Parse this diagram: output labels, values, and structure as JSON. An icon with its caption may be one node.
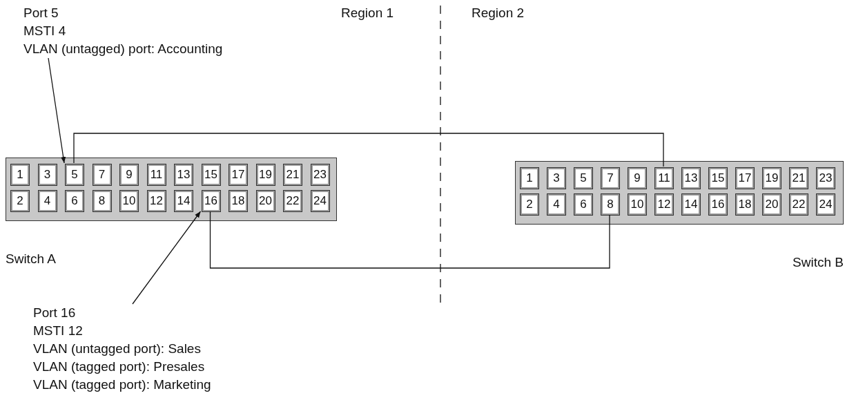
{
  "diagram": {
    "nodes": [
      {
        "text": [
          "Port 5",
          "MSTI 4",
          "VLAN (untagged) port: Accounting"
        ]
      },
      {
        "text": [
          "Switch A"
        ]
      },
      {
        "text": [
          "1"
        ],
        "in": 1
      },
      {
        "text": [
          "3"
        ],
        "in": 1
      },
      {
        "text": [
          "5"
        ],
        "in": 1
      },
      {
        "text": [
          "7"
        ],
        "in": 1
      },
      {
        "text": [
          "9"
        ],
        "in": 1
      },
      {
        "text": [
          "11"
        ],
        "in": 1
      },
      {
        "text": [
          "13"
        ],
        "in": 1
      },
      {
        "text": [
          "15"
        ],
        "in": 1
      },
      {
        "text": [
          "17"
        ],
        "in": 1
      },
      {
        "text": [
          "19"
        ],
        "in": 1
      },
      {
        "text": [
          "21"
        ],
        "in": 1
      },
      {
        "text": [
          "23"
        ],
        "in": 1
      },
      {
        "text": [
          "2"
        ],
        "in": 1
      },
      {
        "text": [
          "4"
        ],
        "in": 1
      },
      {
        "text": [
          "6"
        ],
        "in": 1
      },
      {
        "text": [
          "8"
        ],
        "in": 1
      },
      {
        "text": [
          "10"
        ],
        "in": 1
      },
      {
        "text": [
          "12"
        ],
        "in": 1
      },
      {
        "text": [
          "14"
        ],
        "in": 1
      },
      {
        "text": [
          "16"
        ],
        "in": 1
      },
      {
        "text": [
          "18"
        ],
        "in": 1
      },
      {
        "text": [
          "20"
        ],
        "in": 1
      },
      {
        "text": [
          "22"
        ],
        "in": 1
      },
      {
        "text": [
          "24"
        ],
        "in": 1
      },
      {
        "text": [
          "Switch B"
        ]
      },
      {
        "text": [
          "1"
        ],
        "in": 26
      },
      {
        "text": [
          "3"
        ],
        "in": 26
      },
      {
        "text": [
          "5"
        ],
        "in": 26
      },
      {
        "text": [
          "7"
        ],
        "in": 26
      },
      {
        "text": [
          "9"
        ],
        "in": 26
      },
      {
        "text": [
          "11"
        ],
        "in": 26
      },
      {
        "text": [
          "13"
        ],
        "in": 26
      },
      {
        "text": [
          "15"
        ],
        "in": 26
      },
      {
        "text": [
          "17"
        ],
        "in": 26
      },
      {
        "text": [
          "19"
        ],
        "in": 26
      },
      {
        "text": [
          "21"
        ],
        "in": 26
      },
      {
        "text": [
          "23"
        ],
        "in": 26
      },
      {
        "text": [
          "2"
        ],
        "in": 26
      },
      {
        "text": [
          "4"
        ],
        "in": 26
      },
      {
        "text": [
          "6"
        ],
        "in": 26
      },
      {
        "text": [
          "8"
        ],
        "in": 26
      },
      {
        "text": [
          "10"
        ],
        "in": 26
      },
      {
        "text": [
          "12"
        ],
        "in": 26
      },
      {
        "text": [
          "14"
        ],
        "in": 26
      },
      {
        "text": [
          "16"
        ],
        "in": 26
      },
      {
        "text": [
          "18"
        ],
        "in": 26
      },
      {
        "text": [
          "20"
        ],
        "in": 26
      },
      {
        "text": [
          "22"
        ],
        "in": 26
      },
      {
        "text": [
          "24"
        ],
        "in": 26
      },
      {
        "text": [
          "Port 16",
          "MSTI 12",
          "VLAN (untagged port): Sales",
          "VLAN (tagged port): Presales",
          "VLAN (tagged port): Marketing"
        ]
      }
    ],
    "edges": [
      {
        "from": 0,
        "to": 4,
        "arrow": "to"
      },
      {
        "from": 4,
        "to": 32,
        "arrow": "none"
      },
      {
        "from": 21,
        "to": 42,
        "arrow": "none"
      },
      {
        "from": 51,
        "to": 21,
        "arrow": "to"
      }
    ],
    "labels": [
      "Region 1",
      "Region 2"
    ]
  }
}
